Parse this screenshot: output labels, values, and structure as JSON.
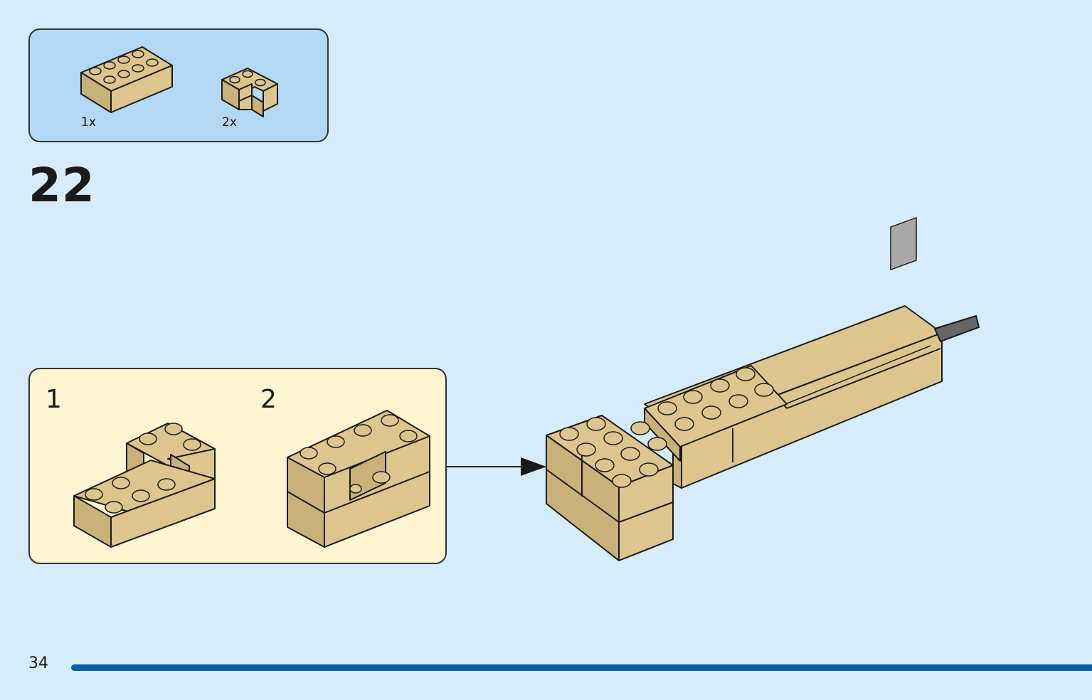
{
  "parts": [
    {
      "qty_label": "1x",
      "icon": "tan-brick-2x4-icon"
    },
    {
      "qty_label": "2x",
      "icon": "tan-corner-brick-icon"
    }
  ],
  "step_number": "22",
  "sub_steps": [
    "1",
    "2"
  ],
  "page_number": "34",
  "colors": {
    "background": "#d7ecfa",
    "parts_panel": "#b3d8f5",
    "substep_panel": "#fff5d1",
    "brick_tan": "#dcc68e",
    "bar_blue": "#0060a8"
  }
}
